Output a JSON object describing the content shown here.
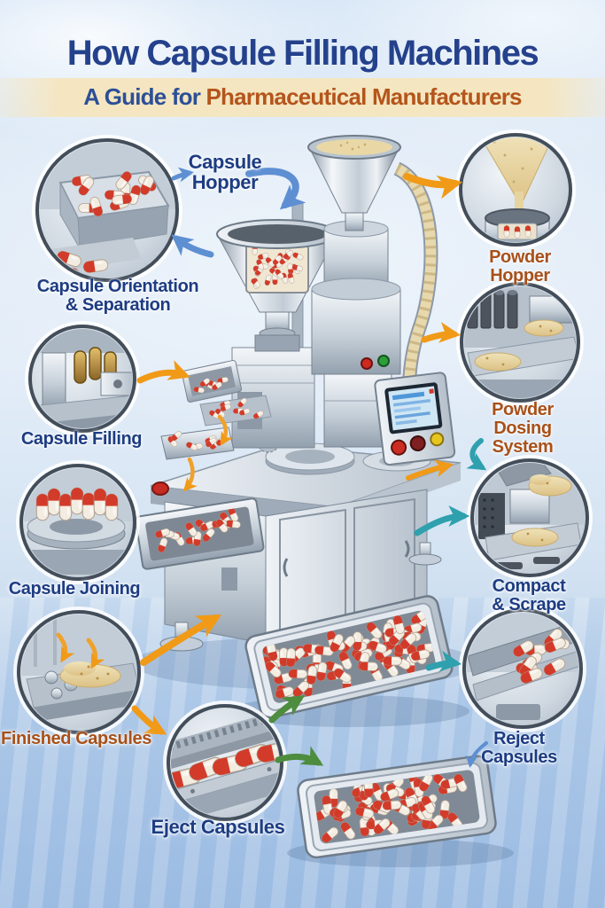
{
  "header": {
    "title": "How Capsule Filling Machines",
    "subtitle_prefix": "A Guide for ",
    "subtitle_highlight": "Pharmaceutical Manufacturers"
  },
  "labels": {
    "capsule_hopper": "Capsule\nHopper",
    "capsule_orientation": "Capsule Orientation\n& Separation",
    "powder_hopper": "Powder Hopper",
    "powder_dosing": "Powder Dosing\nSystem",
    "capsule_filling": "Capsule Filling",
    "capsule_joining": "Capsule Joining",
    "compact_scrape": "Compact & Scrape",
    "finished_capsules": "Finished Capsules",
    "reject_capsules": "Reject Capsules",
    "eject_capsules": "Eject Capsules"
  },
  "colors": {
    "title_blue": "#24418c",
    "subtitle_blue": "#2c5096",
    "subtitle_orange": "#b4551c",
    "label_blue": "#1d3c82",
    "label_orange": "#a8511a",
    "banner_tan": "#f6e5bc",
    "arrow_blue": "#5d8fd2",
    "arrow_orange": "#f09a18",
    "arrow_teal": "#2fa0ad",
    "arrow_green": "#4e8c3e",
    "capsule_red": "#d23b2a",
    "capsule_cream": "#f3ece1",
    "powder_beige": "#e8d7a4",
    "background_blue": "#d5e4f3"
  }
}
